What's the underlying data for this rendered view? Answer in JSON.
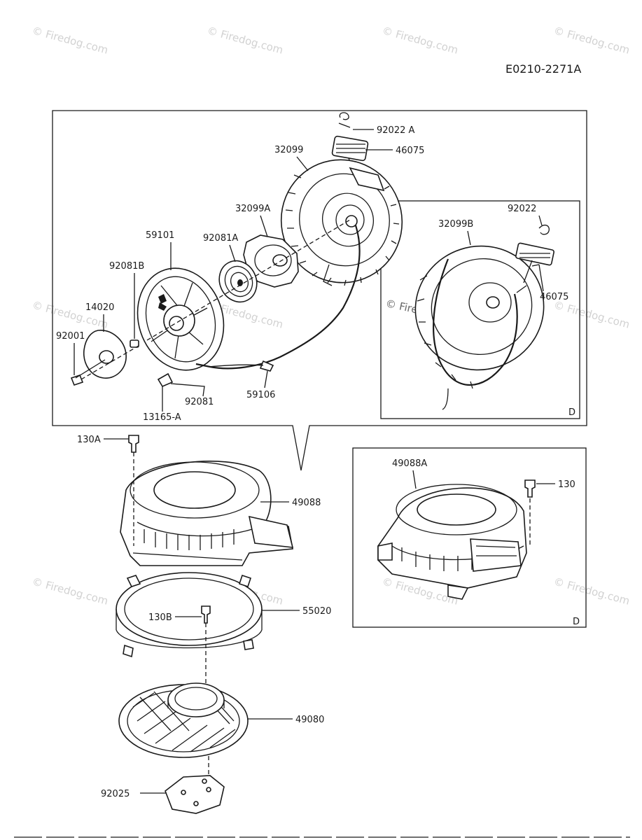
{
  "diagram_code": "E0210-2271A",
  "watermark": "© Firedog.com",
  "variant_marker": "D",
  "parts": {
    "p92022A": "92022 A",
    "p46075_top": "46075",
    "p32099": "32099",
    "p32099A": "32099A",
    "p59101": "59101",
    "p92081A": "92081A",
    "p92081B": "92081B",
    "p14020": "14020",
    "p92001": "92001",
    "p92081": "92081",
    "p59106": "59106",
    "p13165A": "13165-A",
    "p92022": "92022",
    "p32099B": "32099B",
    "p46075_inset": "46075",
    "p130A": "130A",
    "p49088": "49088",
    "p49088A": "49088A",
    "p130": "130",
    "p130B": "130B",
    "p55020": "55020",
    "p49080": "49080",
    "p92025": "92025"
  }
}
